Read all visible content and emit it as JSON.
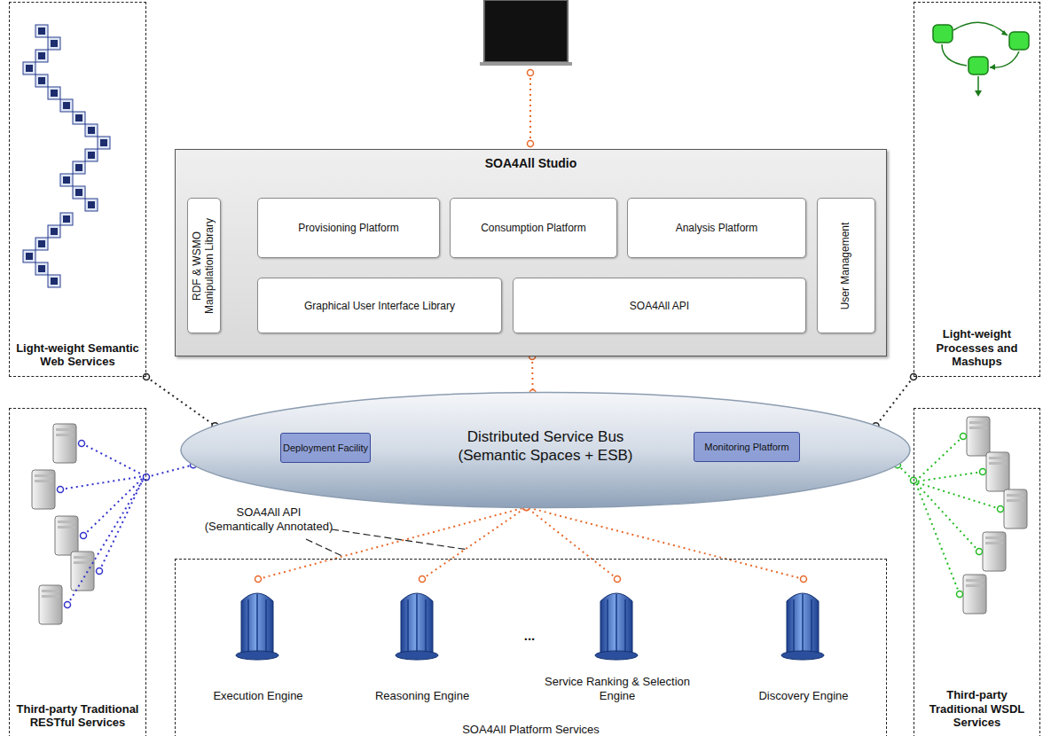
{
  "diagram": {
    "nodes": [
      {
        "text": [
          "SOA4All Studio"
        ]
      },
      {
        "text": [
          "RDF & WSMO Manipulation Library"
        ],
        "in": 0
      },
      {
        "text": [
          "Provisioning Platform"
        ],
        "in": 0
      },
      {
        "text": [
          "Consumption Platform"
        ],
        "in": 0
      },
      {
        "text": [
          "Analysis Platform"
        ],
        "in": 0
      },
      {
        "text": [
          "User Management"
        ],
        "in": 0
      },
      {
        "text": [
          "Graphical User Interface Library"
        ],
        "in": 0
      },
      {
        "text": [
          "SOA4All API"
        ],
        "in": 0
      },
      {
        "text": [
          "Light-weight Semantic Web Services"
        ]
      },
      {
        "text": [
          "Light-weight Processes and Mashups"
        ]
      },
      {
        "text": [
          "Distributed Service Bus (Semantic Spaces + ESB)"
        ]
      },
      {
        "text": [
          "Deployment Facility"
        ],
        "in": 10
      },
      {
        "text": [
          "Monitoring Platform"
        ],
        "in": 10
      },
      {
        "text": [
          "Third-party Traditional RESTful Services"
        ]
      },
      {
        "text": [
          "Third-party Traditional WSDL Services"
        ]
      },
      {
        "text": [
          "SOA4All Platform Services"
        ]
      },
      {
        "text": [
          "Execution Engine"
        ],
        "in": 15
      },
      {
        "text": [
          "Reasoning Engine"
        ],
        "in": 15
      },
      {
        "text": [
          "Service Ranking & Selection Engine"
        ],
        "in": 15
      },
      {
        "text": [
          "Discovery Engine"
        ],
        "in": 15
      }
    ],
    "edges": [
      {
        "from": 0,
        "to": 10,
        "arrow": "none"
      },
      {
        "from": 8,
        "to": 10,
        "arrow": "none"
      },
      {
        "from": 9,
        "to": 10,
        "arrow": "none"
      },
      {
        "from": 13,
        "to": 10,
        "arrow": "none"
      },
      {
        "from": 14,
        "to": 10,
        "arrow": "none"
      },
      {
        "from": 16,
        "to": 10,
        "arrow": "none"
      },
      {
        "from": 17,
        "to": 10,
        "arrow": "none"
      },
      {
        "from": 18,
        "to": 10,
        "arrow": "none"
      },
      {
        "from": 19,
        "to": 10,
        "arrow": "none"
      }
    ],
    "labels": [
      "SOA4All API (Semantically Annotated)",
      "..."
    ]
  }
}
